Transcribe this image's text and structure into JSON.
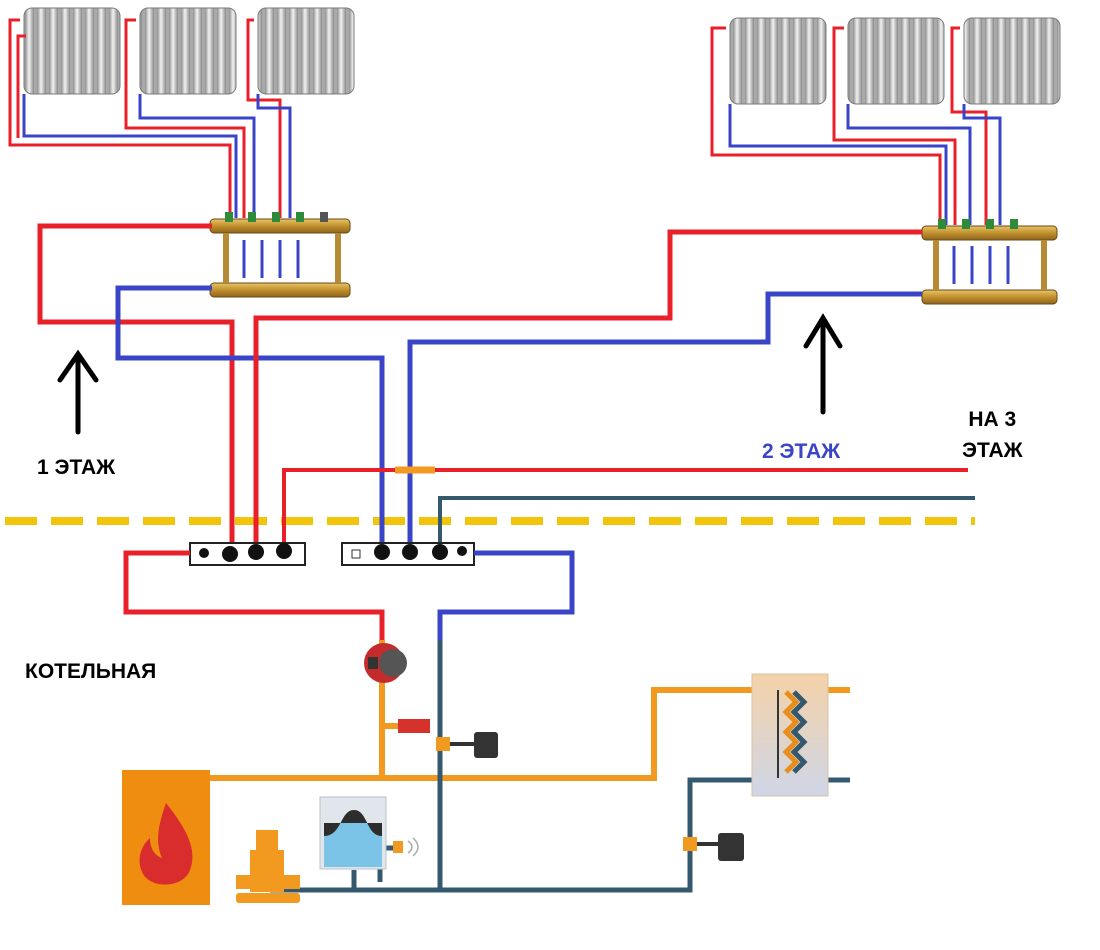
{
  "labels": {
    "floor1": "1 ЭТАЖ",
    "floor2": "2 ЭТАЖ",
    "floor3_line1": "НА 3",
    "floor3_line2": "ЭТАЖ",
    "boiler_room": "КОТЕЛЬНАЯ"
  },
  "colors": {
    "supply": "#e8202a",
    "return": "#3a44c8",
    "boiler_loop": "#f29a1f",
    "cold_line": "#34596e",
    "floor_divider": "#f2c40c",
    "text_floor2": "#3a44c8"
  },
  "icons": [
    "radiator-icon",
    "manifold-icon",
    "up-arrow-icon",
    "hydraulic-separator-icon",
    "circulation-pump-icon",
    "boiler-flame-icon",
    "expansion-tank-icon",
    "heat-exchanger-icon",
    "valve-actuator-icon",
    "feed-pump-icon"
  ]
}
